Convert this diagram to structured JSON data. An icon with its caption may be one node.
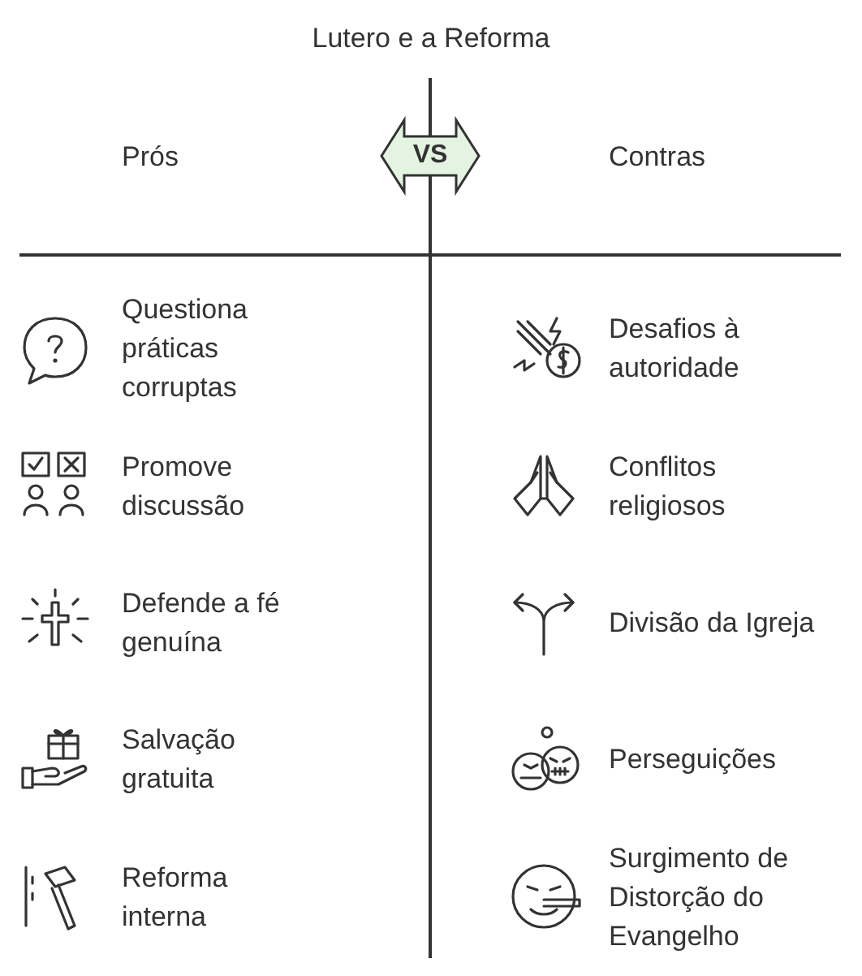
{
  "diagram": {
    "title": "Lutero e a Reforma",
    "nodes": [
      {
        "text": [
          "VS"
        ]
      }
    ],
    "labels": [
      "Prós",
      "Contras",
      "Questiona práticas corruptas",
      "Desafios à autoridade",
      "Promove discussão",
      "Conflitos religiosos",
      "Defende a fé genuína",
      "Divisão da Igreja",
      "Salvação gratuita",
      "Perseguições",
      "Reforma interna",
      "Surgimento de Distorção do Evangelho"
    ]
  }
}
